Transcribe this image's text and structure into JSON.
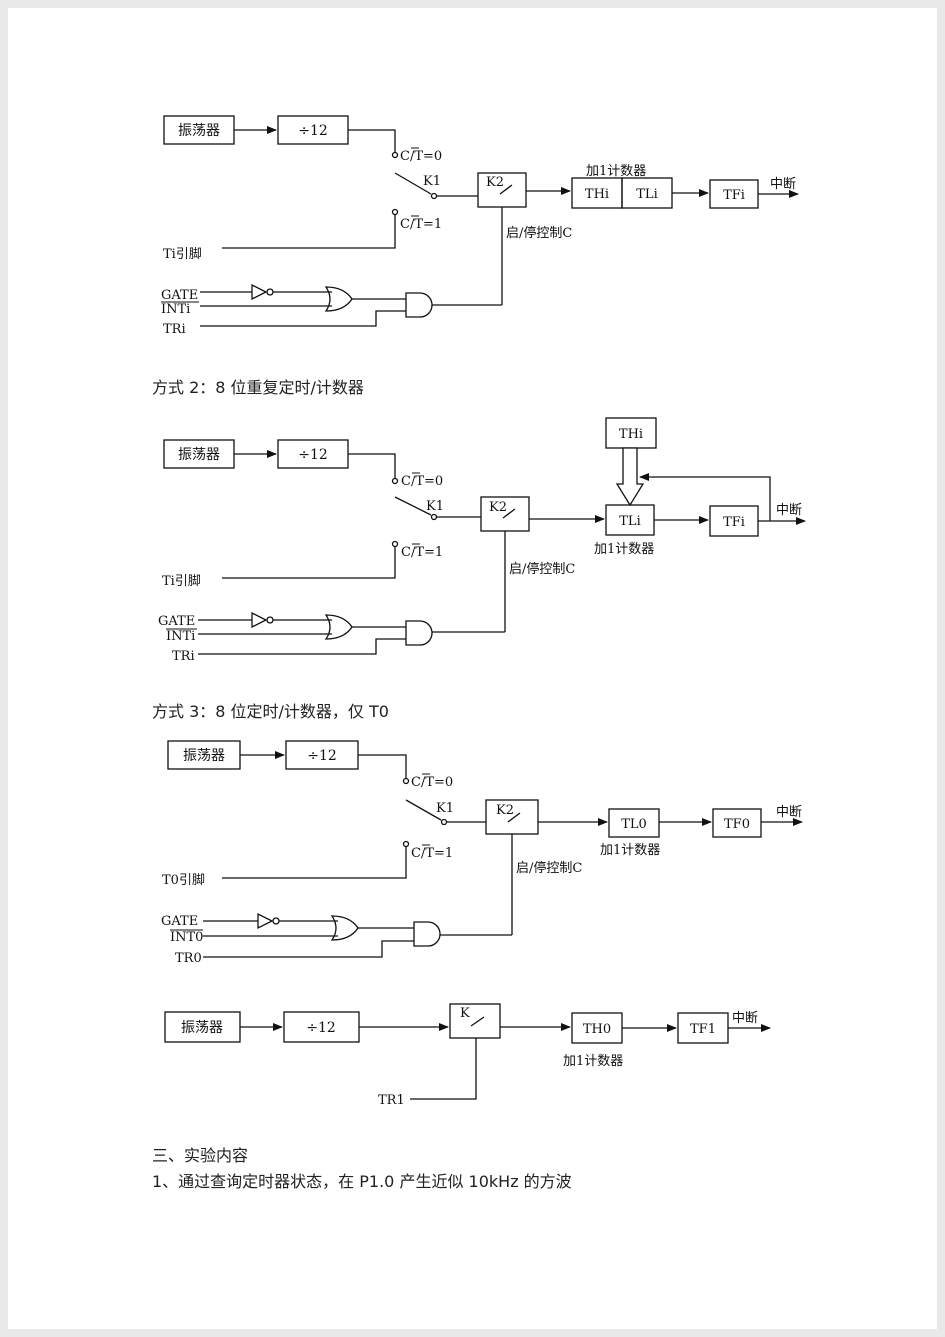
{
  "captions": {
    "mode2": "方式 2：8 位重复定时/计数器",
    "mode3": "方式 3：8 位定时/计数器，仅 T0",
    "section3": "三、实验内容",
    "item1": "1、通过查询定时器状态，在 P1.0 产生近似 10kHz 的方波"
  },
  "diagram1": {
    "oscillator": "振荡器",
    "divider": "÷12",
    "ct0": "C/T=0",
    "ct1": "C/T=1",
    "k1": "K1",
    "k2": "K2",
    "counter_label": "加1计数器",
    "thi": "THi",
    "tli": "TLi",
    "tfi": "TFi",
    "interrupt": "中断",
    "ti_pin": "Ti引脚",
    "start_stop": "启/停控制C",
    "gate": "GATE",
    "int": "INTi",
    "tr": "TRi"
  },
  "diagram2": {
    "oscillator": "振荡器",
    "divider": "÷12",
    "ct0": "C/T=0",
    "ct1": "C/T=1",
    "k1": "K1",
    "k2": "K2",
    "thi": "THi",
    "tli": "TLi",
    "tfi": "TFi",
    "interrupt": "中断",
    "counter_label": "加1计数器",
    "ti_pin": "Ti引脚",
    "start_stop": "启/停控制C",
    "gate": "GATE",
    "int": "INTi",
    "tr": "TRi"
  },
  "diagram3": {
    "oscillator": "振荡器",
    "divider": "÷12",
    "ct0": "C/T=0",
    "ct1": "C/T=1",
    "k1": "K1",
    "k2": "K2",
    "tl0": "TL0",
    "tf0": "TF0",
    "interrupt": "中断",
    "counter_label": "加1计数器",
    "t0_pin": "T0引脚",
    "start_stop": "启/停控制C",
    "gate": "GATE",
    "int": "INT0",
    "tr": "TR0"
  },
  "diagram4": {
    "oscillator": "振荡器",
    "divider": "÷12",
    "k": "K",
    "th0": "TH0",
    "tf1": "TF1",
    "interrupt": "中断",
    "counter_label": "加1计数器",
    "tr": "TR1"
  }
}
